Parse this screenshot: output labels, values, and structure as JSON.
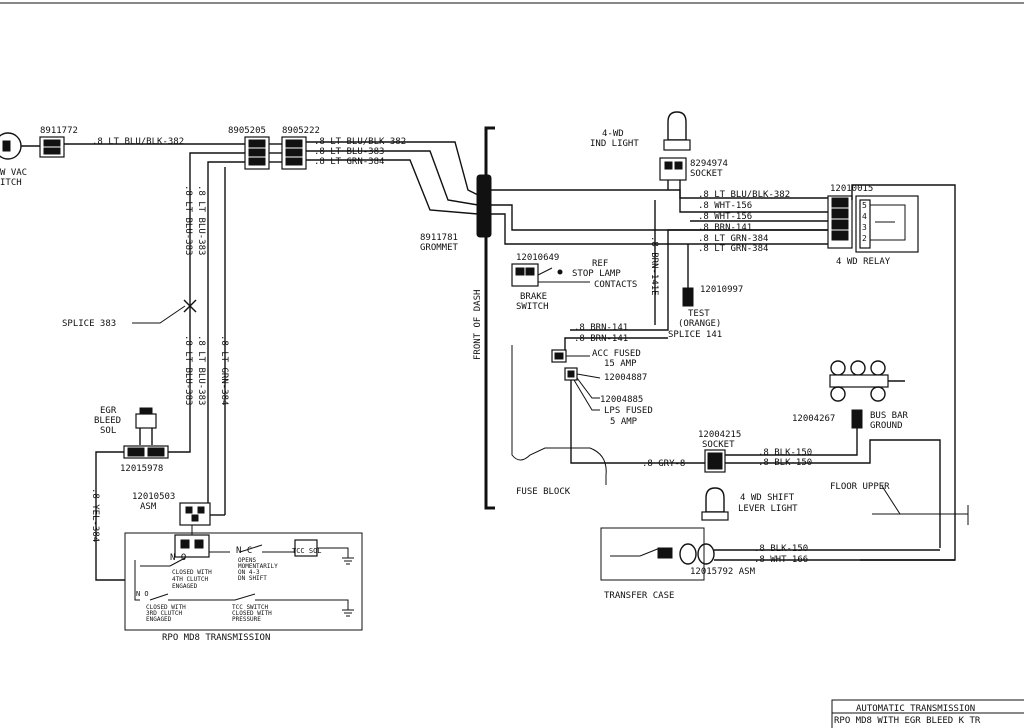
{
  "labels": {
    "vac_switch_l1": "W VAC",
    "vac_switch_l2": "ITCH",
    "conn_8911772": "8911772",
    "conn_8905205": "8905205",
    "conn_8905222": "8905222",
    "wire_ltblu_blk_382": ".8 LT BLU/BLK-382",
    "wire_ltblu_383": ".8 LT BLU-383",
    "wire_ltgrn_384": ".8 LT GRN-384",
    "wire_yel_384": ".8 YEL-384",
    "splice_383": "SPLICE 383",
    "egr_l1": "EGR",
    "egr_l2": "BLEED",
    "egr_l3": "SOL",
    "conn_12015978": "12015978",
    "asm_12010503_l1": "12010503",
    "asm_12010503_l2": "ASM",
    "grommet_num": "8911781",
    "grommet": "GROMMET",
    "front_of_dash": "FRONT OF DASH",
    "ind_l1": "4-WD",
    "ind_l2": "IND LIGHT",
    "socket_8294974": "8294974",
    "socket": "SOCKET",
    "relay_num": "12010015",
    "relay": "4 WD RELAY",
    "wire_wht_156": ".8 WHT-156",
    "wire_brn_141": ".8 BRN-141",
    "wire_brn_141e": ".8 BRN-141E",
    "brake_num": "12010649",
    "ref_l1": "REF",
    "ref_l2": "STOP LAMP",
    "ref_l3": "CONTACTS",
    "brake_l1": "BRAKE",
    "brake_l2": "SWITCH",
    "test_num": "12010997",
    "test_l1": "TEST",
    "test_l2": "(ORANGE)",
    "splice_141": "SPLICE 141",
    "acc_l1": "ACC FUSED",
    "acc_l2": "15 AMP",
    "fuse_12004887": "12004887",
    "fuse_12004885": "12004885",
    "lps_l1": "LPS FUSED",
    "lps_l2": "5 AMP",
    "fuse_block": "FUSE BLOCK",
    "busbar_num": "12004267",
    "busbar_l1": "BUS BAR",
    "busbar_l2": "GROUND",
    "socket_12004215": "12004215",
    "wire_blk_150": ".8 BLK-150",
    "wire_gry_8": ".8 GRY-8",
    "floor_upper": "FLOOR UPPER",
    "shift_l1": "4 WD SHIFT",
    "shift_l2": "LEVER LIGHT",
    "wire_wht_166": ".8 WHT-166",
    "asm_12015792": "12015792 ASM",
    "transfer_case": "TRANSFER CASE",
    "rpo_md8": "RPO MD8 TRANSMISSION",
    "sw_no": "N O",
    "sw_nc": "N C",
    "tcc_sol": "TCC SOL",
    "closed_4th_l1": "CLOSED WITH",
    "closed_4th_l2": "4TH CLUTCH",
    "closed_4th_l3": "ENGAGED",
    "opens_l1": "OPENS",
    "opens_l2": "MOMENTARILY",
    "opens_l3": "ON 4-3",
    "opens_l4": "DN SHIFT",
    "closed_3rd_l1": "CLOSED WITH",
    "closed_3rd_l2": "3RD CLUTCH",
    "closed_3rd_l3": "ENGAGED",
    "tcc_sw_l1": "TCC SWITCH",
    "tcc_sw_l2": "CLOSED WITH",
    "tcc_sw_l3": "PRESSURE",
    "title_l1": "AUTOMATIC TRANSMISSION",
    "title_l2": "RPO MD8 WITH EGR BLEED K TR"
  }
}
